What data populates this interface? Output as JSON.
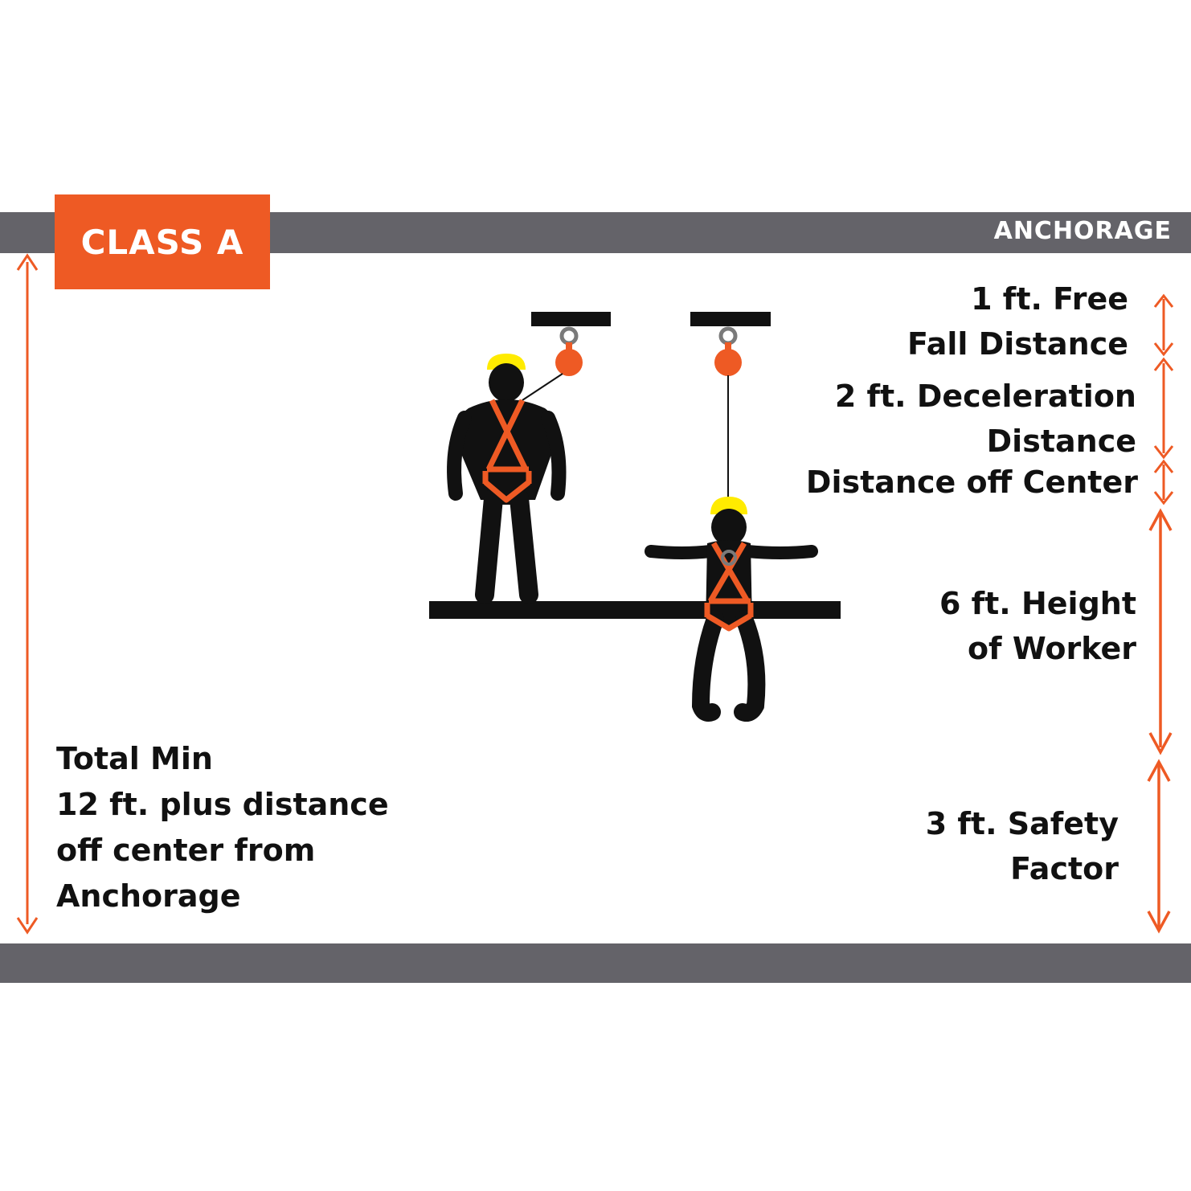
{
  "badge": {
    "label": "CLASS A",
    "color": "#ee5a24"
  },
  "anchorage": {
    "label": "ANCHORAGE",
    "bar_color": "#646369"
  },
  "measurements": {
    "free_fall": [
      "1 ft. Free",
      "Fall Distance"
    ],
    "deceleration": [
      "2 ft. Deceleration",
      "Distance"
    ],
    "off_center": [
      "Distance off Center"
    ],
    "worker_height": [
      "6 ft. Height",
      "of Worker"
    ],
    "safety_factor": [
      "3 ft. Safety",
      "Factor"
    ]
  },
  "total": [
    "Total Min",
    "12 ft. plus distance",
    "off center from",
    "Anchorage"
  ],
  "colors": {
    "accent": "#ee5a24",
    "helmet": "#ffeb00",
    "figure": "#111111",
    "ring": "#7a7a7a"
  },
  "icons": [
    "worker-standing-icon",
    "worker-fallen-icon",
    "anchor-ring-icon",
    "srl-unit-icon",
    "arrow-icon"
  ]
}
